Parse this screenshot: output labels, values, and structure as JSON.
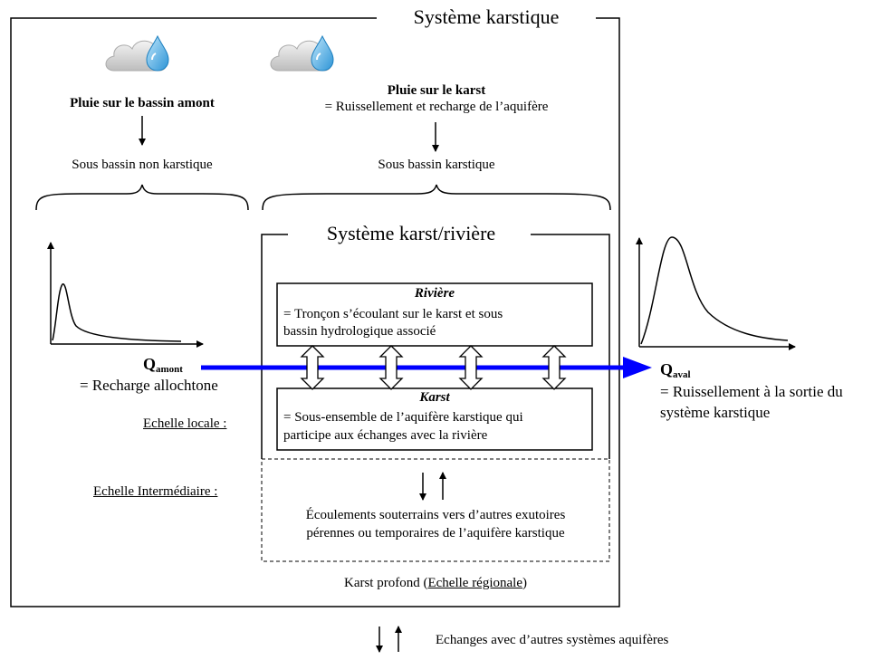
{
  "titles": {
    "karst_system": "Système karstique",
    "karst_river_system": "Système karst/rivière"
  },
  "rain": {
    "upstream_label": "Pluie sur le bassin amont",
    "karst_label": "Pluie sur le karst",
    "karst_sublabel": "= Ruissellement et recharge de l’aquifère"
  },
  "basins": {
    "non_karst": "Sous bassin non karstique",
    "karst": "Sous bassin karstique"
  },
  "river_box": {
    "title": "Rivière",
    "line1": "= Tronçon s’écoulant sur le karst et sous",
    "line2": "bassin hydrologique associé"
  },
  "karst_box": {
    "title": "Karst",
    "line1": "= Sous-ensemble de l’aquifère karstique qui",
    "line2": "participe aux échanges avec la rivière"
  },
  "scales": {
    "local": "Echelle locale :",
    "intermediate": "Echelle Intermédiaire :",
    "deep_prefix": "Karst profond (",
    "regional": "Echelle régionale",
    "deep_suffix": ")"
  },
  "underground": {
    "line1": "Écoulements souterrains vers d’autres exutoires",
    "line2": "pérennes ou temporaires de l’aquifère karstique"
  },
  "q_amont": {
    "q": "Q",
    "sub": "amont",
    "desc": "= Recharge allochtone"
  },
  "q_aval": {
    "q": "Q",
    "sub": "aval",
    "line1": "= Ruissellement à la sortie du",
    "line2": "système karstique"
  },
  "exchanges": "Echanges avec d’autres systèmes aquifères",
  "colors": {
    "flow_arrow": "#0000ff",
    "drop": "#5bb8e8",
    "cloud": "#d7d7d7"
  },
  "icons": [
    "rain-cloud-icon",
    "rain-cloud-icon"
  ]
}
